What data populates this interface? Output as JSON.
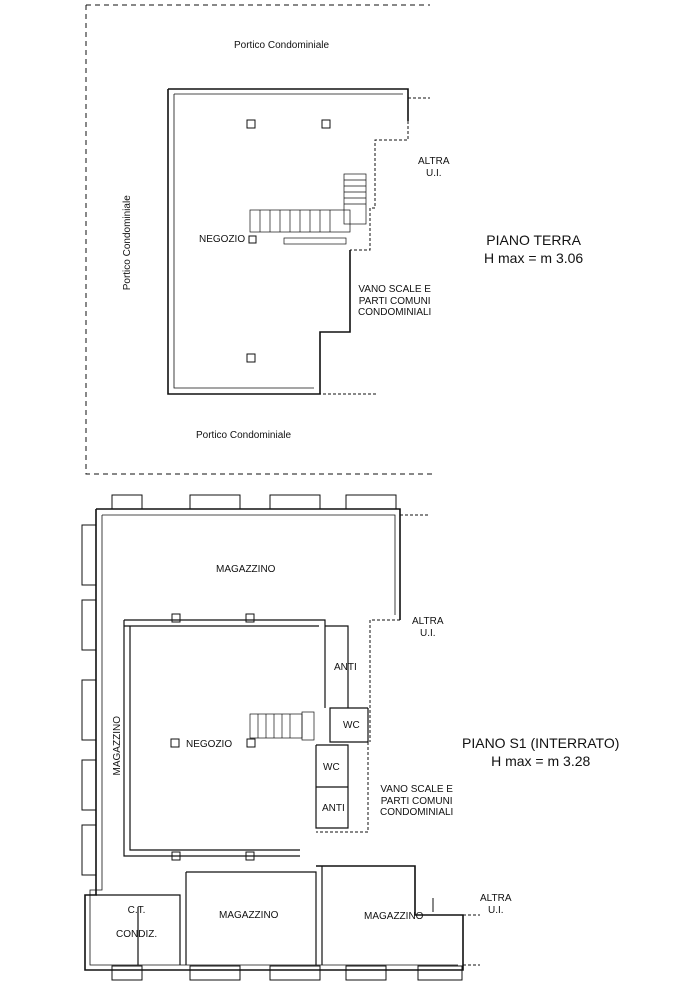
{
  "piano_terra": {
    "title": "PIANO TERRA",
    "height": "H max = m 3.06",
    "portico_top": "Portico Condominiale",
    "portico_left": "Portico Condominiale",
    "portico_bottom": "Portico Condominiale",
    "negozio": "NEGOZIO",
    "altra_ui_1": "ALTRA",
    "altra_ui_2": "U.I.",
    "vano_scale_1": "VANO SCALE E",
    "vano_scale_2": "PARTI COMUNI",
    "vano_scale_3": "CONDOMINIALI"
  },
  "piano_s1": {
    "title": "PIANO S1 (INTERRATO)",
    "height": "H max = m 3.28",
    "magazzino_top": "MAGAZZINO",
    "magazzino_left": "MAGAZZINO",
    "magazzino_bottom_center": "MAGAZZINO",
    "magazzino_bottom_right": "MAGAZZINO",
    "negozio": "NEGOZIO",
    "anti_1": "ANTI",
    "anti_2": "ANTI",
    "wc_1": "WC",
    "wc_2": "WC",
    "ct_1": "C.T.",
    "ct_2": "CONDIZ.",
    "altra_ui_right_1": "ALTRA",
    "altra_ui_right_2": "U.I.",
    "altra_ui_bottom_1": "ALTRA",
    "altra_ui_bottom_2": "U.I.",
    "vano_scale_1": "VANO SCALE E",
    "vano_scale_2": "PARTI COMUNI",
    "vano_scale_3": "CONDOMINIALI"
  }
}
